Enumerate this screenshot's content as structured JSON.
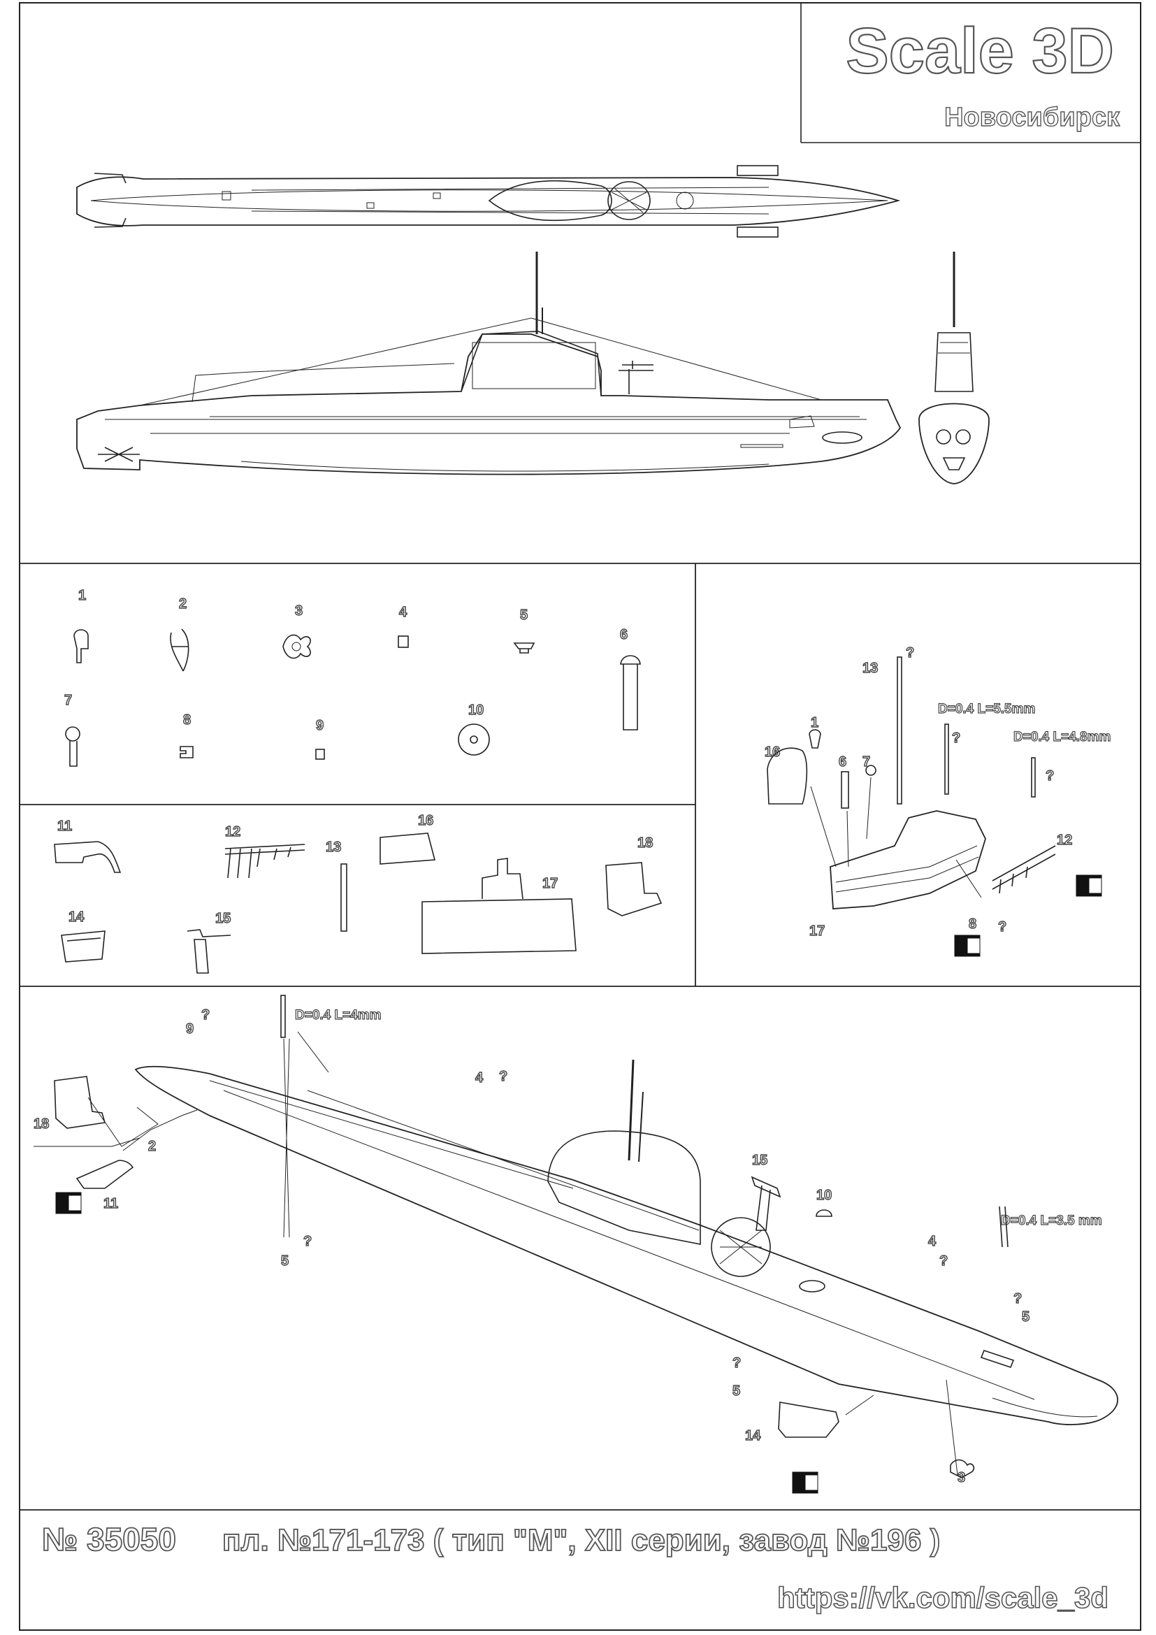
{
  "brand": {
    "title": "Scale 3D",
    "city": "Новосибирск"
  },
  "parts_top_left": {
    "labels": [
      "1",
      "2",
      "3",
      "4",
      "5",
      "6",
      "7",
      "8",
      "9",
      "10"
    ]
  },
  "parts_mid_left": {
    "labels": [
      "11",
      "12",
      "13",
      "16",
      "18",
      "14",
      "15",
      "17"
    ]
  },
  "tower_assembly": {
    "labels": [
      "13",
      "1",
      "16",
      "6",
      "7",
      "12",
      "8",
      "17"
    ],
    "question_mark": "?",
    "dims": [
      "D=0.4 L=5.5mm",
      "D=0.4 L=4.8mm"
    ]
  },
  "hull_assembly": {
    "labels": [
      "9",
      "4",
      "18",
      "2",
      "11",
      "5",
      "15",
      "10",
      "4",
      "5",
      "5",
      "14",
      "3"
    ],
    "question_mark": "?",
    "dims": [
      "D=0.4 L=4mm",
      "D=0.4 L=3.5 mm"
    ]
  },
  "footer": {
    "kit_number": "№ 35050",
    "description": "пл. №171-173 ( тип \"М\", XII серии, завод №196 )",
    "url": "https://vk.com/scale_3d"
  }
}
